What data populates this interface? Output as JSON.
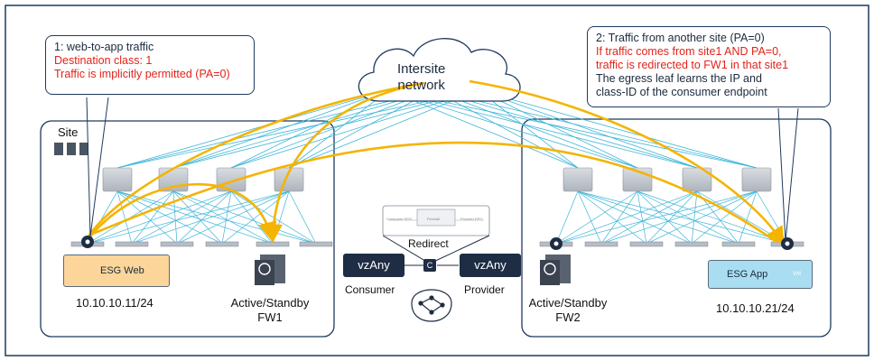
{
  "cloud": {
    "label_line1": "Intersite",
    "label_line2": "network"
  },
  "callout_left": {
    "line1": "1: web-to-app traffic",
    "line2": "Destination class: 1",
    "line3": "Traffic is implicitly permitted (PA=0)"
  },
  "callout_right": {
    "line1": "2: Traffic from another site (PA=0)",
    "line2": "If traffic comes from site1 AND PA=0,",
    "line3": "traffic is redirected to FW1 in that site1",
    "line4": "The egress leaf learns the IP and",
    "line5": "class-ID of the consumer endpoint"
  },
  "site_left": {
    "label": "Site",
    "esg_label": "ESG Web",
    "ip": "10.10.10.11/24",
    "fw_line1": "Active/Standby",
    "fw_line2": "FW1"
  },
  "site_right": {
    "esg_label": "ESG App",
    "ip": "10.10.10.21/24",
    "fw_line1": "Active/Standby",
    "fw_line2": "FW2",
    "vm_label": "VM"
  },
  "contract": {
    "redirect_label": "Redirect",
    "consumer_box": "vzAny",
    "provider_box": "vzAny",
    "consumer_label": "Consumer",
    "provider_label": "Provider",
    "contract_glyph": "C",
    "mini_consumer": "Consumer EPG",
    "mini_firewall": "Firewall",
    "mini_provider": "Provider EPG"
  },
  "colors": {
    "frame": "#1f3a5f",
    "accent_red": "#e2231a",
    "traffic": "#f5b400",
    "links": "#3fb6d8",
    "esg_web_fill": "#fbd59a",
    "esg_app_fill": "#a9ddf2",
    "node_dark": "#1e2d44"
  }
}
